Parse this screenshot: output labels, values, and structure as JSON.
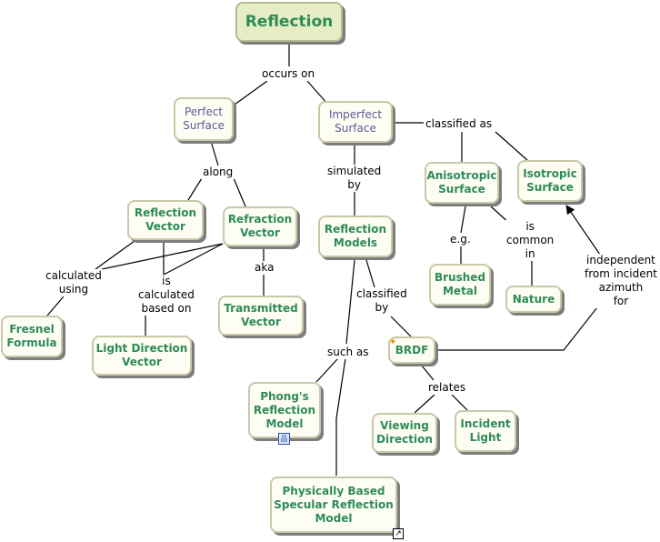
{
  "nodes": {
    "reflection": "Reflection",
    "perfect_surface": "Perfect\nSurface",
    "imperfect_surface": "Imperfect\nSurface",
    "anisotropic_surface": "Anisotropic\nSurface",
    "isotropic_surface": "Isotropic\nSurface",
    "reflection_vector": "Reflection\nVector",
    "refraction_vector": "Refraction\nVector",
    "reflection_models": "Reflection\nModels",
    "brushed_metal": "Brushed\nMetal",
    "nature": "Nature",
    "fresnel_formula": "Fresnel\nFormula",
    "light_direction_vector": "Light Direction\nVector",
    "transmitted_vector": "Transmitted\nVector",
    "brdf": "BRDF",
    "phongs_model": "Phong's\nReflection\nModel",
    "viewing_direction": "Viewing\nDirection",
    "incident_light": "Incident\nLight",
    "pbsr_model": "Physically Based\nSpecular Reflection\nModel"
  },
  "links": {
    "occurs_on": "occurs on",
    "classified_as": "classified as",
    "along": "along",
    "simulated_by": "simulated\nby",
    "eg": "e.g.",
    "is_common_in": "is\ncommon\nin",
    "aka": "aka",
    "calculated_using": "calculated\nusing",
    "is_calculated_based_on": "is\ncalculated\nbased on",
    "classified_by": "classified\nby",
    "independent_for": "independent\nfrom incident\nazimuth\nfor",
    "such_as": "such as",
    "relates": "relates"
  },
  "colors": {
    "concept_text": "#2e8b57",
    "surface_text": "#5a5a9a",
    "root_fill": "#e6ecc4",
    "node_fill": "#fdfdf3"
  },
  "icons": {
    "brdf_marker": "plus-icon",
    "phong_resource": "concept-map-icon",
    "pbsr_resource": "shortcut-arrow-icon"
  }
}
